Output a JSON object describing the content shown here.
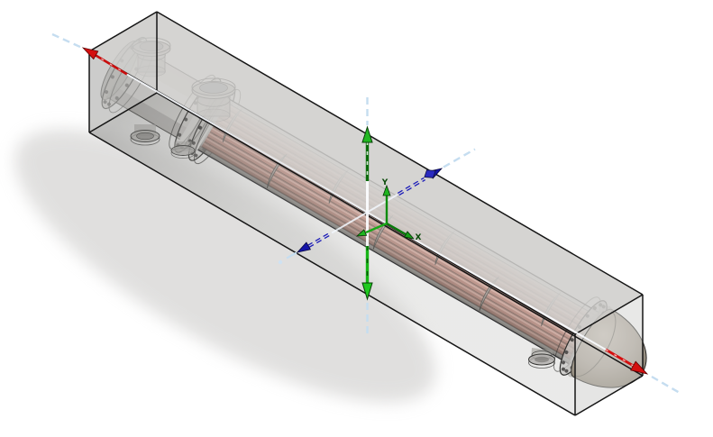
{
  "viewport": {
    "type": "cad-3d-viewport",
    "background": "#ffffff"
  },
  "model": {
    "name": "shell-and-tube-heat-exchanger",
    "components": [
      "bounding-box",
      "channel-head",
      "channel-flanges",
      "shell",
      "tube-bundle",
      "baffles",
      "top-nozzle-1",
      "top-nozzle-2",
      "bottom-nozzle-left",
      "bottom-drain-nozzle",
      "rear-flange",
      "dished-head"
    ],
    "visible_tube_rows": 9,
    "visible_baffles": 7,
    "bolt_count_front": 12,
    "bolt_count_rear": 16,
    "colors": {
      "tubes": "#c08d81",
      "tube_highlight": "#dcb2a6",
      "tube_shadow": "#7c564c",
      "shell": "#b9b7b3",
      "baffle": "#a3a19c",
      "dome_light": "#c2bbb1",
      "dome_dark": "#6b6459",
      "box_face": "#d0cfcd",
      "box_edge": "#151515"
    }
  },
  "axes": {
    "longitudinal": {
      "color": "#d40f0f",
      "style": "solid-with-white-dashes"
    },
    "vertical": {
      "color": "#17b517",
      "style": "dash-dot"
    },
    "transverse": {
      "color": "#1b1bb8",
      "style": "double-dash"
    },
    "centerline_color": "#c5ddf0"
  },
  "triad": {
    "labels": {
      "x": "X",
      "y": "Y"
    },
    "arrow_color": "#17a017",
    "label_color": "#0a4a0a"
  }
}
